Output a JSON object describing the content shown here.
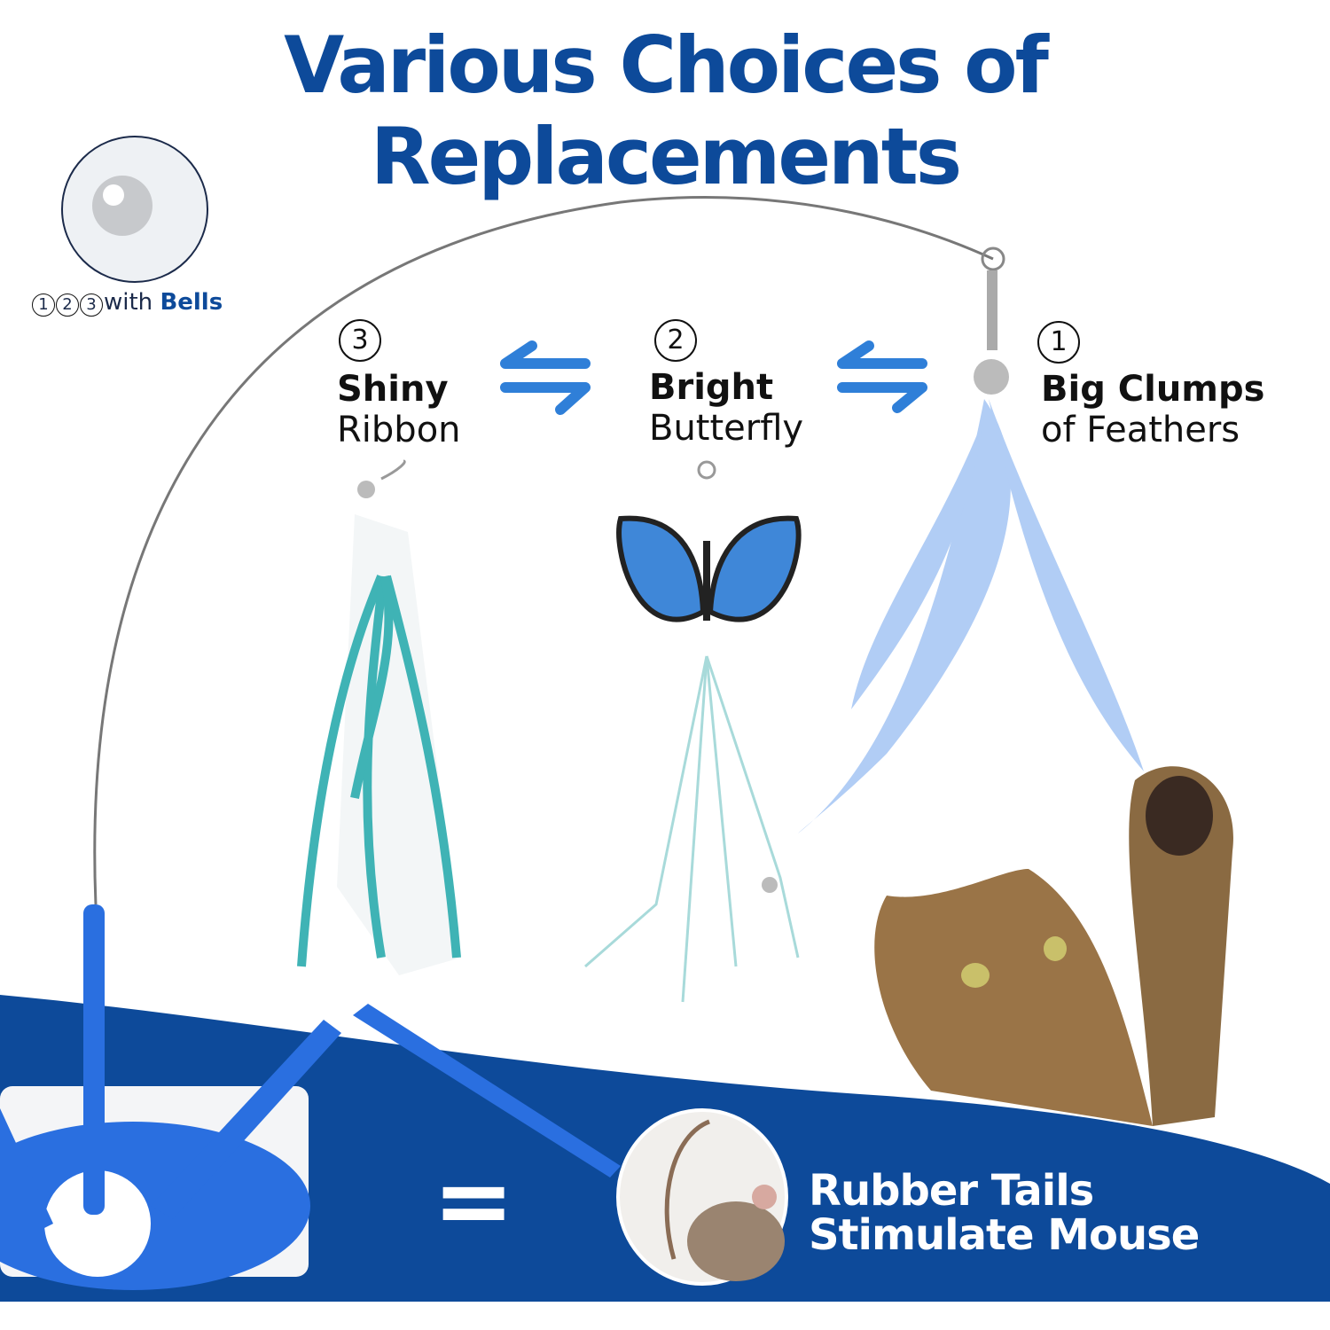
{
  "title": "Various Choices of Replacements",
  "bells_badge": {
    "numbers": [
      "1",
      "2",
      "3"
    ],
    "text": "with",
    "emphasis": "Bells"
  },
  "options": [
    {
      "number": "3",
      "bold": "Shiny",
      "text": "Ribbon"
    },
    {
      "number": "2",
      "bold": "Bright",
      "text": "Butterfly"
    },
    {
      "number": "1",
      "bold": "Big Clumps",
      "text": "of Feathers"
    }
  ],
  "equals_sign": "=",
  "bottom": {
    "line1": "Rubber Tails",
    "line2": "Stimulate Mouse"
  },
  "colors": {
    "brand": "#0d4a9a",
    "accent": "#2f7fd8",
    "toy_blue": "#2a6fe0",
    "feather": "#a9c8f4",
    "ribbon": "#3fb3b5"
  }
}
